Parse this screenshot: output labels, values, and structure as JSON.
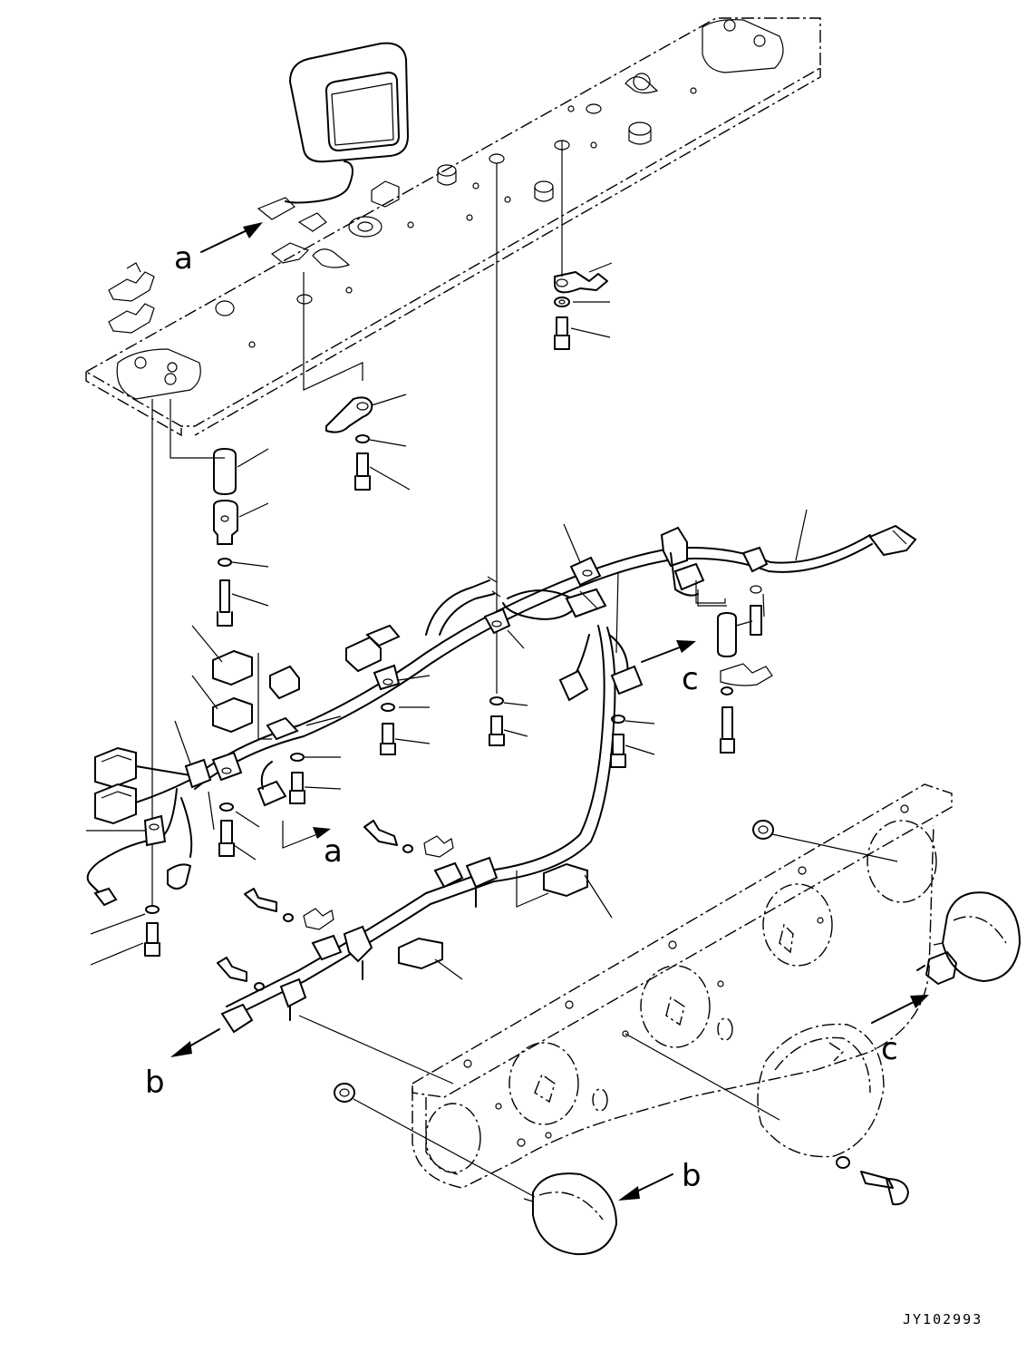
{
  "drawing_code": "JY102993",
  "view_labels": {
    "a_top": "a",
    "a_mid": "a",
    "b_left": "b",
    "b_right": "b",
    "c_mid": "c",
    "c_right": "c"
  }
}
